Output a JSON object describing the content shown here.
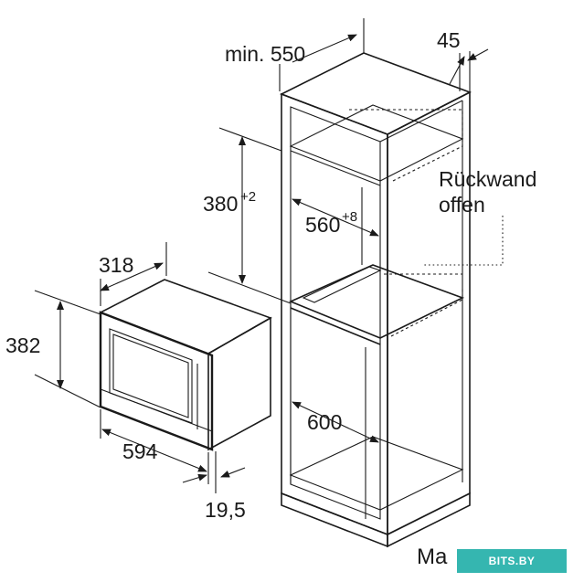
{
  "labels": {
    "min_550": "min. 550",
    "d45": "45",
    "ruckwand_line1": "Rückwand",
    "ruckwand_line2": "offen",
    "h380": "380",
    "h380_sup": "+2",
    "w560": "560",
    "w560_sup": "+8",
    "d318": "318",
    "h382": "382",
    "d600": "600",
    "w594": "594",
    "d19_5": "19,5",
    "corner_text": "Ma",
    "watermark": "BITS.BY"
  }
}
